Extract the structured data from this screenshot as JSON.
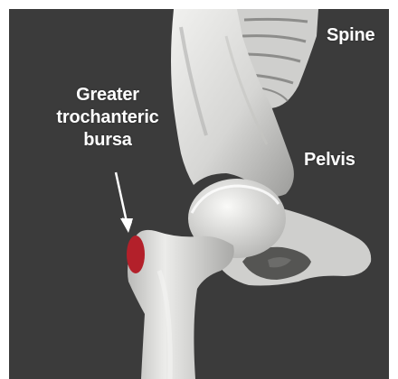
{
  "labels": {
    "spine": "Spine",
    "pelvis": "Pelvis",
    "bursa_line1": "Greater",
    "bursa_line2": "trochanteric",
    "bursa_line3": "bursa"
  },
  "colors": {
    "background": "#3b3b3b",
    "bone": "#d9d9d7",
    "bursa": "#b3202a",
    "text": "#ffffff"
  }
}
